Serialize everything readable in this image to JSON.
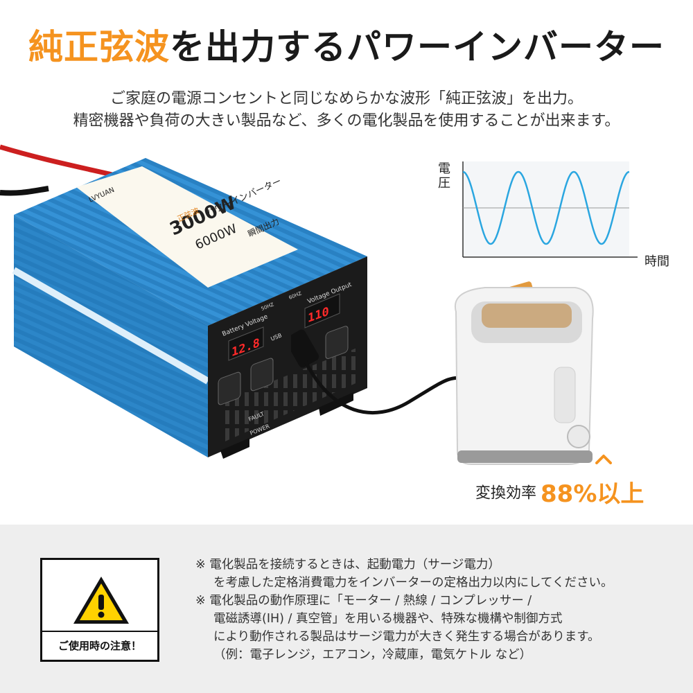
{
  "headline": {
    "accent": "純正弦波",
    "rest": "を出力するパワーインバーター"
  },
  "lead": {
    "line1": "ご家庭の電源コンセントと同じなめらかな波形「純正弦波」を出力。",
    "line2": "精密機器や負荷の大きい製品など、多くの電化製品を使用することが出来ます。"
  },
  "wave": {
    "ylabel": "電圧",
    "xlabel": "時間",
    "line_color": "#2aa6e0"
  },
  "inverter": {
    "brand": "LVYUAN",
    "title": "パワーインバーター",
    "wave_badge": "正弦波",
    "rated": "3000W",
    "peak": "6000W",
    "peak_label": "瞬間出力",
    "battery_label": "Battery Voltage",
    "output_label": "Voltage Output",
    "battery_reading": "12.8",
    "output_reading": "110",
    "usb": "USB",
    "fault": "FAULT",
    "power": "POWER",
    "hz_a": "50HZ",
    "hz_b": "60HZ"
  },
  "efficiency": {
    "label": "変換効率",
    "value": "88%以上"
  },
  "caution": {
    "title": "ご使用時の注意！",
    "lines": [
      "※ 電化製品を接続するときは、起動電力（サージ電力）",
      "を考慮した定格消費電力をインバーターの定格出力以内にしてください。",
      "※ 電化製品の動作原理に「モーター / 熱線 / コンプレッサー /",
      "電磁誘導(IH) / 真空管」を用いる機器や、特殊な機構や制御方式",
      "により動作される製品はサージ電力が大きく発生する場合があります。",
      "（例：電子レンジ，エアコン，冷蔵庫，電気ケトル など）"
    ]
  },
  "colors": {
    "accent": "#f5931f",
    "inverter_blue": "#2c86c8",
    "display_red": "#ff2a2a"
  }
}
